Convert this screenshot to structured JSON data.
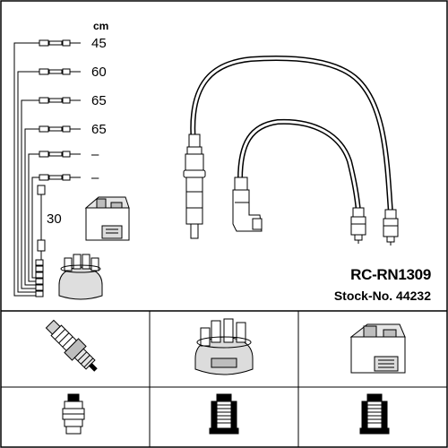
{
  "header": {
    "unit_label": "cm"
  },
  "leads": [
    {
      "length": "45"
    },
    {
      "length": "60"
    },
    {
      "length": "65"
    },
    {
      "length": "65"
    },
    {
      "length": "–"
    },
    {
      "length": "–"
    }
  ],
  "coil_lead": {
    "length": "30"
  },
  "product": {
    "model": "RC-RN1309",
    "stock": "Stock-No. 44232"
  },
  "components": {
    "left_cell": [
      "spark-plug",
      "spark-plug-terminal"
    ],
    "middle_cell": [
      "distributor-cap",
      "distributor-terminal"
    ],
    "right_cell": [
      "ignition-coil",
      "coil-terminal"
    ]
  }
}
